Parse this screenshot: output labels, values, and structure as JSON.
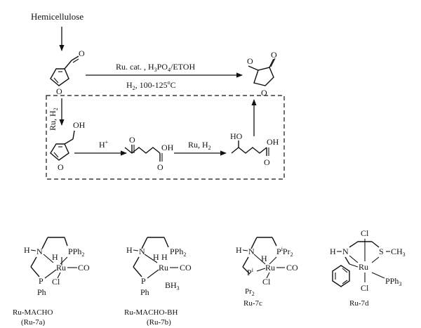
{
  "scheme": {
    "start": "Hemicellulose",
    "top_conditions_line1_a": "Ru. cat. , H",
    "top_conditions_line1_sub1": "3",
    "top_conditions_line1_b": "PO",
    "top_conditions_line1_sub2": "4",
    "top_conditions_line1_c": "/ETOH",
    "top_conditions_line2_a": "H",
    "top_conditions_line2_sub": "2",
    "top_conditions_line2_b": ", 100-125",
    "top_conditions_line2_sup": "o",
    "top_conditions_line2_c": "C",
    "side_reagent_a": "Ru, H",
    "side_reagent_sub": "2",
    "acid_a": "H",
    "acid_sup": "+",
    "hydrog_a": "Ru, H",
    "hydrog_sub": "2"
  },
  "atoms": {
    "O": "O",
    "OH": "OH",
    "HO": "HO",
    "H": "H",
    "N": "N",
    "Ru": "Ru",
    "CO": "CO",
    "Cl": "Cl",
    "P": "P",
    "S": "S",
    "Ph": "Ph",
    "PPh": "PPh",
    "two": "2",
    "three": "3",
    "BH": "BH",
    "Pi": "P",
    "sup_i": "i",
    "Pr": "Pr",
    "CH": "CH"
  },
  "complexes": [
    {
      "name": "Ru-MACHO",
      "code": "(Ru-7a)"
    },
    {
      "name": "Ru-MACHO-BH",
      "code": "(Ru-7b)"
    },
    {
      "name": "Ru-7c",
      "code": ""
    },
    {
      "name": "Ru-7d",
      "code": ""
    }
  ]
}
